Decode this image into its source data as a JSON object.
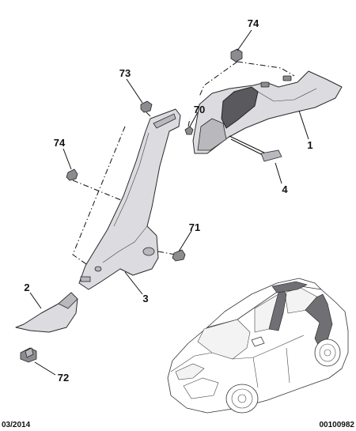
{
  "callouts": {
    "c1": "1",
    "c2": "2",
    "c3": "3",
    "c4": "4",
    "c70": "70",
    "c71": "71",
    "c72": "72",
    "c73": "73",
    "c74_top": "74",
    "c74_left": "74"
  },
  "footer": {
    "date": "03/2014",
    "reference": "00100982"
  }
}
